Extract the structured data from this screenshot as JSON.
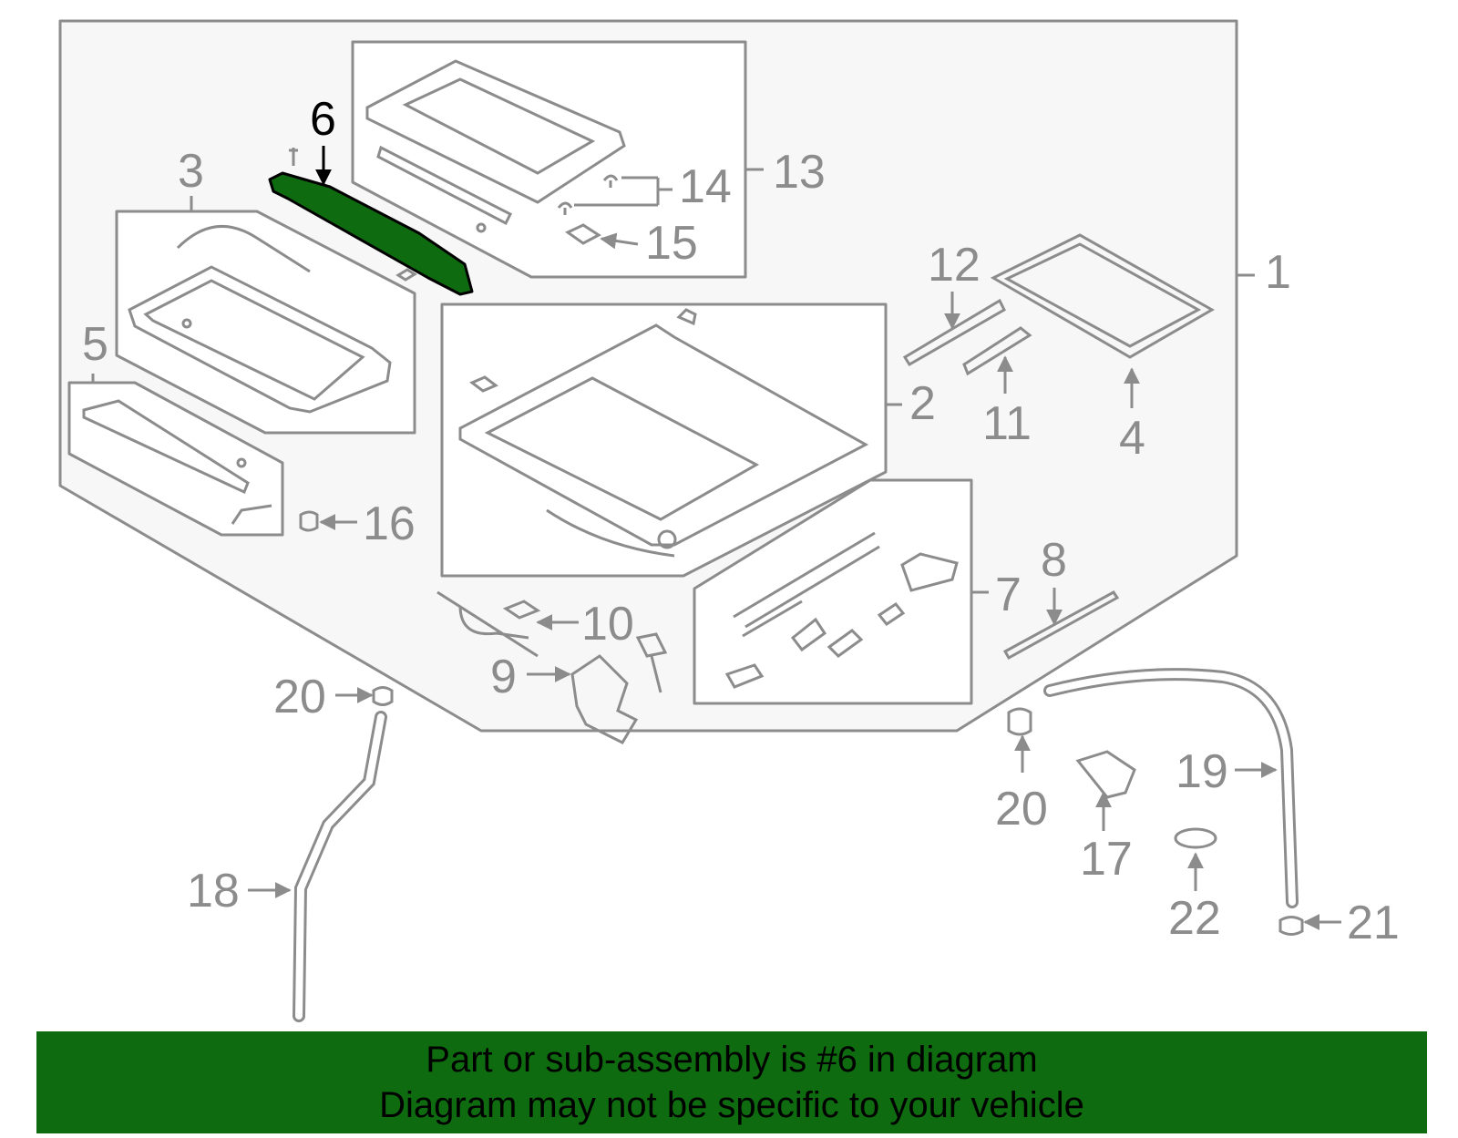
{
  "callouts": {
    "c1": "1",
    "c2": "2",
    "c3": "3",
    "c4": "4",
    "c5": "5",
    "c6": "6",
    "c7": "7",
    "c8": "8",
    "c9": "9",
    "c10": "10",
    "c11": "11",
    "c12": "12",
    "c13": "13",
    "c14": "14",
    "c15": "15",
    "c16": "16",
    "c17": "17",
    "c18": "18",
    "c19": "19",
    "c20a": "20",
    "c20b": "20",
    "c21": "21",
    "c22": "22"
  },
  "highlight": {
    "part": "6",
    "color": "#0f6b0f"
  },
  "banner": {
    "line1": "Part or sub-assembly is #6 in diagram",
    "line2": "Diagram may not be specific to your vehicle",
    "background": "#0f6b0f"
  },
  "colors": {
    "line": "#8c8c8c",
    "panel": "#f7f7f7",
    "highlight_label": "#000000"
  }
}
